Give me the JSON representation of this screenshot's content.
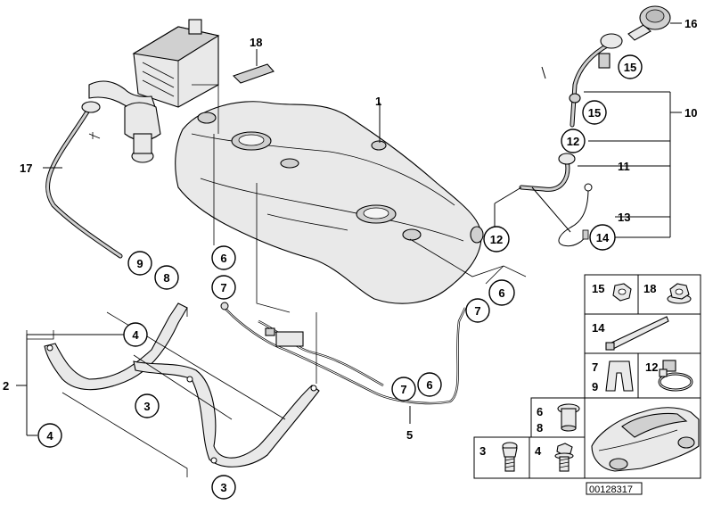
{
  "diagram": {
    "document_number": "00128317",
    "callouts": [
      {
        "id": "c16",
        "label": "16",
        "shape": "text"
      },
      {
        "id": "c18",
        "label": "18",
        "shape": "text"
      },
      {
        "id": "c1",
        "label": "1",
        "shape": "text"
      },
      {
        "id": "c10",
        "label": "10",
        "shape": "text"
      },
      {
        "id": "c11",
        "label": "11",
        "shape": "text"
      },
      {
        "id": "c13",
        "label": "13",
        "shape": "text"
      },
      {
        "id": "c17",
        "label": "17",
        "shape": "text"
      },
      {
        "id": "c2",
        "label": "2",
        "shape": "text"
      },
      {
        "id": "c5",
        "label": "5",
        "shape": "text"
      },
      {
        "id": "c15a",
        "label": "15",
        "shape": "circle"
      },
      {
        "id": "c15b",
        "label": "15",
        "shape": "circle"
      },
      {
        "id": "c12a",
        "label": "12",
        "shape": "circle"
      },
      {
        "id": "c12b",
        "label": "12",
        "shape": "circle"
      },
      {
        "id": "c14",
        "label": "14",
        "shape": "circle"
      },
      {
        "id": "c9",
        "label": "9",
        "shape": "circle"
      },
      {
        "id": "c8",
        "label": "8",
        "shape": "circle"
      },
      {
        "id": "c6a",
        "label": "6",
        "shape": "circle"
      },
      {
        "id": "c7a",
        "label": "7",
        "shape": "circle"
      },
      {
        "id": "c6b",
        "label": "6",
        "shape": "circle"
      },
      {
        "id": "c7b",
        "label": "7",
        "shape": "circle"
      },
      {
        "id": "c7c",
        "label": "7",
        "shape": "circle"
      },
      {
        "id": "c6c",
        "label": "6",
        "shape": "circle"
      },
      {
        "id": "c4a",
        "label": "4",
        "shape": "circle"
      },
      {
        "id": "c4b",
        "label": "4",
        "shape": "circle"
      },
      {
        "id": "c3a",
        "label": "3",
        "shape": "circle"
      },
      {
        "id": "c3b",
        "label": "3",
        "shape": "circle"
      }
    ],
    "parts_table": {
      "cells": [
        {
          "id": "p15",
          "label": "15"
        },
        {
          "id": "p18",
          "label": "18"
        },
        {
          "id": "p14",
          "label": "14"
        },
        {
          "id": "p7",
          "label": "7"
        },
        {
          "id": "p9",
          "label": "9"
        },
        {
          "id": "p12",
          "label": "12"
        },
        {
          "id": "p6",
          "label": "6"
        },
        {
          "id": "p8",
          "label": "8"
        },
        {
          "id": "p3",
          "label": "3"
        },
        {
          "id": "p4",
          "label": "4"
        }
      ]
    }
  }
}
